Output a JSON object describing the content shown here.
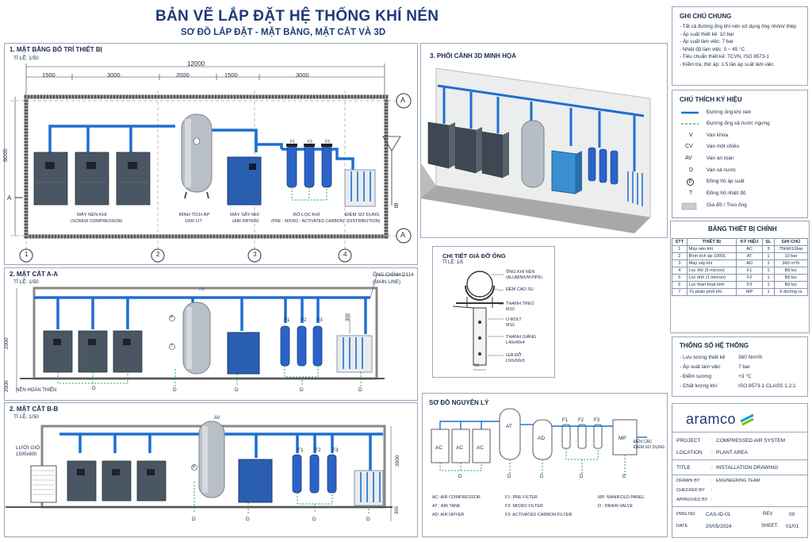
{
  "header": {
    "title": "BẢN VẼ LẮP ĐẶT HỆ THỐNG KHÍ NÉN",
    "subtitle": "SƠ ĐỒ LẮP ĐẶT - MẶT BẰNG, MẶT CẮT VÀ 3D"
  },
  "plan": {
    "title": "1. MẶT BẰNG BỐ TRÍ THIẾT BỊ",
    "scale": "TỈ LỆ: 1/50",
    "total": "12000",
    "dims": [
      "1500",
      "3000",
      "2000",
      "1500",
      "3000"
    ],
    "height": "6000",
    "grid": [
      "1",
      "2",
      "3",
      "4"
    ],
    "sectionA": "A",
    "sectionB": "B",
    "labels": {
      "comp": "MÁY NÉN KHÍ",
      "comp_sub": "(SCREW COMPRESSOR)",
      "tank": "BÌNH TÍCH ÁP",
      "tank_sub": "1000 LIT",
      "dryer": "MÁY SẤY KHÍ",
      "dryer_sub": "(AIR DRYER)",
      "filter": "BỘ LỌC KHÍ",
      "filter_sub": "(PRE - MICRO - ACTIVATED CARBON)",
      "use": "ĐIỂM SỬ DỤNG",
      "use_sub": "(DISTRIBUTION)"
    },
    "filters": [
      "F1",
      "F2",
      "F3"
    ]
  },
  "secA": {
    "title": "2. MẶT CẮT A-A",
    "scale": "TỈ LỆ: 1/50",
    "main": "ỐNG CHÍNH D114",
    "main_sub": "(MAIN LINE)",
    "floor": "NỀN HOÀN THIỆN",
    "h1": "2000",
    "h2": "2000",
    "h3": "300",
    "av": "AV",
    "p": "P",
    "t": "T",
    "d": "D",
    "filters": [
      "F1",
      "F2",
      "F3"
    ]
  },
  "secB": {
    "title": "2. MẶT CẮT B-B",
    "scale": "TỈ LỆ: 1/50",
    "louver": "LƯỚI GIÓ",
    "louver_size": "1500x600",
    "h": "3500",
    "h2": "300",
    "av": "AV",
    "p": "P",
    "d": "D",
    "filters": [
      "F1",
      "F2",
      "F3"
    ]
  },
  "view3d": {
    "title": "3. PHỐI CẢNH 3D MINH HỌA"
  },
  "support": {
    "title": "CHI TIẾT GIÁ ĐỠ ỐNG",
    "scale": "TỈ LỆ: 1/5",
    "items": [
      "ỐNG KHÍ NÉN",
      "(ALUMINIUM PIPE)",
      "ĐỆM CAO SU",
      "THANH TREO",
      "M10",
      "U-BOLT",
      "M10",
      "THANH GIẰNG",
      "L40x40x4",
      "GIÁ ĐỠ",
      "L50x50x5"
    ],
    "dim": "50"
  },
  "principle": {
    "title": "SƠ ĐỒ NGUYÊN LÝ",
    "nodes": [
      "AC",
      "AC",
      "AC",
      "AT",
      "AD",
      "F1",
      "F2",
      "F3",
      "MP"
    ],
    "d": "D",
    "out": "ĐẾN CÁC",
    "out2": "ĐIỂM SỬ DỤNG",
    "legend": [
      "AC: AIR COMPRESSOR",
      "AT : AIR TANK",
      "AD: AIR DRYER",
      "F1: PRE FILTER",
      "F2: MICRO FILTER",
      "F3: ACTIVATED CARBON FILTER",
      "MP: MANIFOLD PANEL",
      "D : DRAIN VALVE"
    ]
  },
  "notes": {
    "title": "GHI CHÚ CHUNG",
    "items": [
      "- Tất cả đường ống khí nén sử dụng ống nhôm/ thép.",
      "- Áp suất thiết kế: 10 bar",
      "- Áp suất làm việc: 7 bar",
      "- Nhiệt độ làm việc: 5 ~ 45 °C",
      "- Tiêu chuẩn thiết kế: TCVN, ISO 8573-1",
      "- Kiểm tra, thử áp: 1.5 lần áp suất làm việc"
    ]
  },
  "symbols": {
    "title": "CHÚ THÍCH KÝ HIỆU",
    "items": [
      {
        "s": "",
        "t": "Đường ống khí nén"
      },
      {
        "s": "",
        "t": "Đường ống xả nước ngưng"
      },
      {
        "s": "V",
        "t": "Van khóa"
      },
      {
        "s": "CV",
        "t": "Van một chiều"
      },
      {
        "s": "AV",
        "t": "Van an toàn"
      },
      {
        "s": "D",
        "t": "Van xả nước"
      },
      {
        "s": "P",
        "t": "Đồng hồ áp suất"
      },
      {
        "s": "T",
        "t": "Đồng hồ nhiệt độ"
      },
      {
        "s": "",
        "t": "Giá đỡ / Treo ống"
      }
    ]
  },
  "equip": {
    "title": "BẢNG THIẾT BỊ CHÍNH",
    "head": [
      "STT",
      "THIẾT BỊ",
      "KÝ HIỆU",
      "SL",
      "GHI CHÚ"
    ],
    "rows": [
      [
        "1",
        "Máy nén khí",
        "AC",
        "3",
        "75kW/10bar"
      ],
      [
        "2",
        "Bình tích áp 1000L",
        "AT",
        "1",
        "10 bar"
      ],
      [
        "3",
        "Máy sấy khí",
        "AD",
        "1",
        "360 m³/h"
      ],
      [
        "4",
        "Lọc thô (5 micron)",
        "F1",
        "1",
        "Bộ lọc"
      ],
      [
        "5",
        "Lọc tinh (1 micron)",
        "F2",
        "1",
        "Bộ lọc"
      ],
      [
        "6",
        "Lọc than hoạt tính",
        "F3",
        "1",
        "Bộ lọc"
      ],
      [
        "7",
        "Tủ phân phối khí",
        "MP",
        "1",
        "6 đường ra"
      ]
    ]
  },
  "params": {
    "title": "THÔNG SỐ HỆ THỐNG",
    "rows": [
      [
        "- Lưu lượng thiết kế",
        "360 Nm³/h"
      ],
      [
        "- Áp suất làm việc",
        "7 bar"
      ],
      [
        "- Điểm sương",
        "+3 °C"
      ],
      [
        "- Chất lượng khí",
        "ISO 8573-1 CLASS 1.2.1"
      ]
    ]
  },
  "titleblock": {
    "logo": "aramco",
    "project_k": "PROJECT",
    "project_v": "COMPRESSED AIR SYSTEM",
    "loc_k": "LOCATION",
    "loc_v": "PLANT AREA",
    "title_k": "TITLE",
    "title_v": "INSTALLATION DRAWING",
    "drawn_k": "DRAWN BY",
    "drawn_v": "ENGINEERING TEAM",
    "checked_k": "CHECKED BY",
    "approved_k": "APPROVED BY",
    "dwg_k": "DWG NO.",
    "dwg_v": "CAS-ID-01",
    "rev_k": "REV",
    "rev_v": "00",
    "date_k": "DATE",
    "date_v": "20/05/2024",
    "sheet_k": "SHEET:",
    "sheet_v": "01/01",
    "colon": ":"
  },
  "colors": {
    "pipe": "#1d6fd1",
    "drain": "#2aa84a",
    "navy": "#1a2a4a",
    "dryer": "#2a5fb0",
    "filter": "#2b63c8"
  }
}
